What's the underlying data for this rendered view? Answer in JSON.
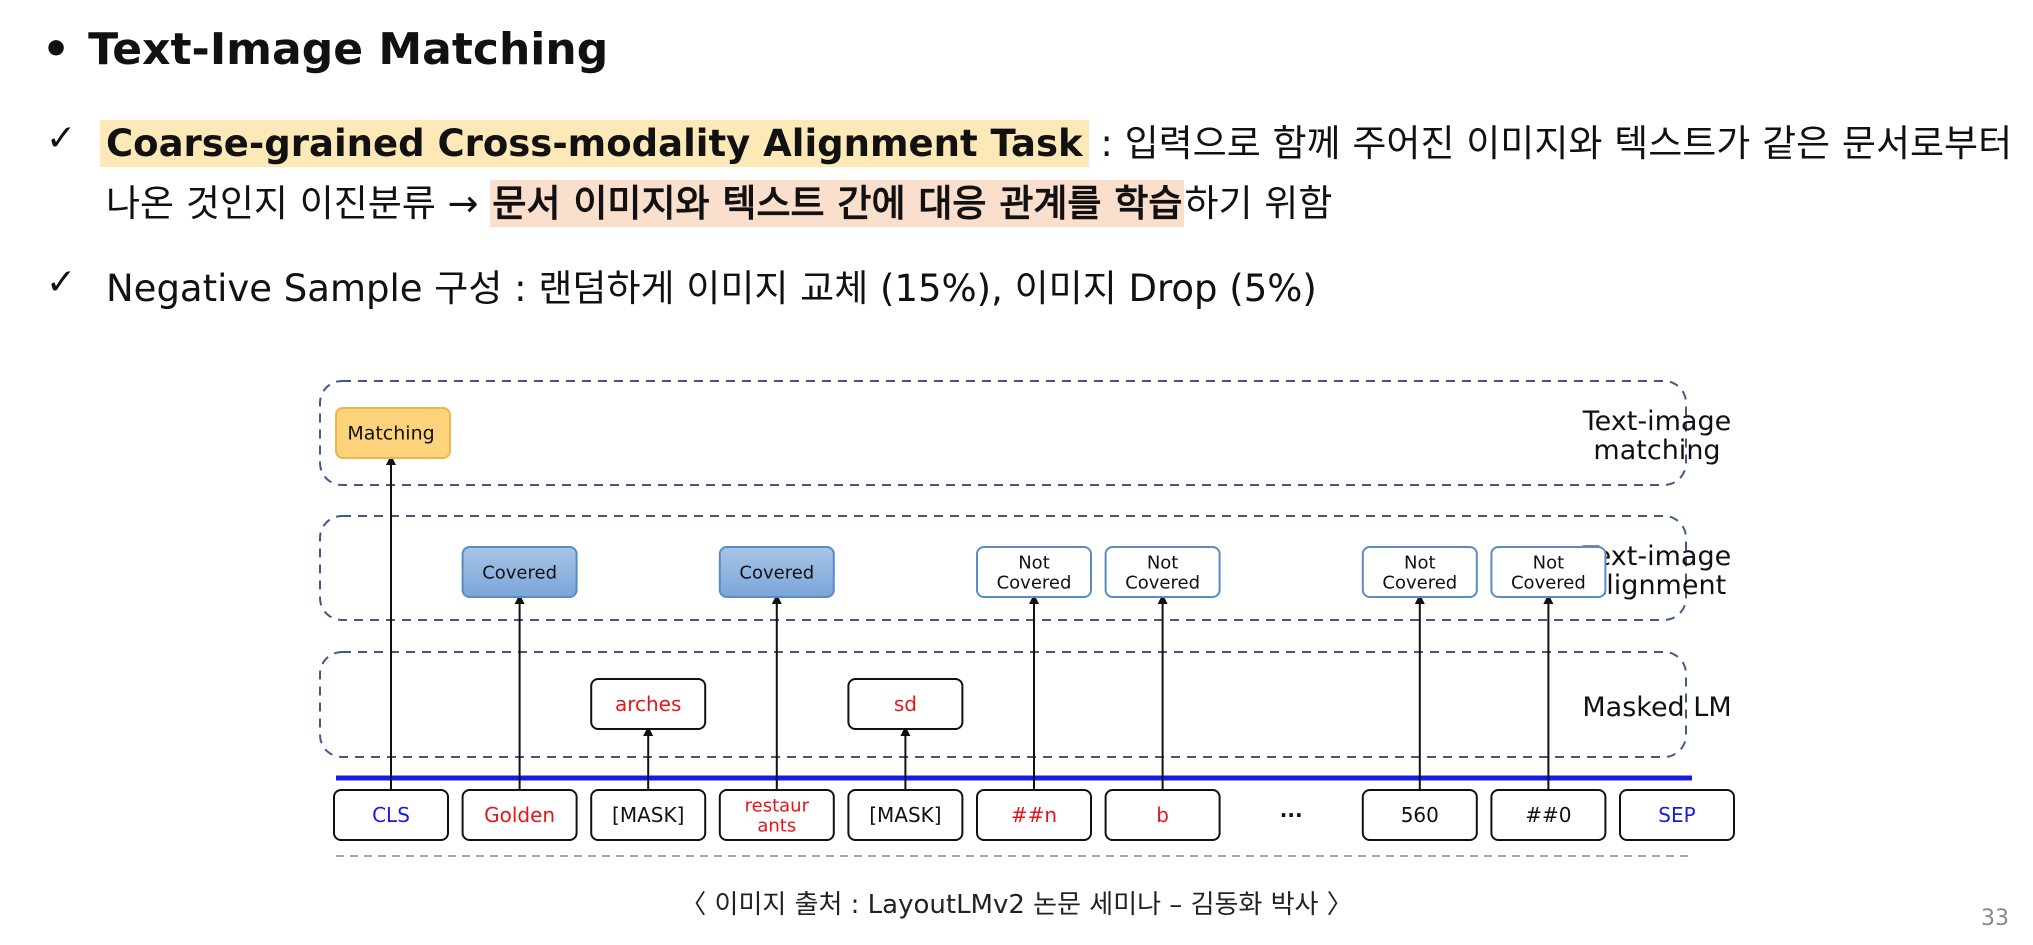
{
  "title": "Text-Image Matching",
  "bullet_glyph": "•",
  "check_glyph": "✓",
  "items": [
    {
      "highlight": "Coarse-grained Cross-modality Alignment Task",
      "line1_rest": " : 입력으로 함께 주어진 이미지와 텍스트가 같은 문서로부터",
      "line2_prefix": "나온 것인지 이진분류 → ",
      "line2_highlight": "문서 이미지와 텍스트 간에 대응 관계를 학습",
      "line2_suffix": "하기 위함"
    },
    {
      "text": "Negative Sample 구성 : 랜덤하게 이미지 교체 (15%), 이미지 Drop (5%)"
    }
  ],
  "diagram": {
    "layers": [
      "Text-image matching",
      "Text-image Alignment",
      "Masked LM"
    ],
    "layer_label_lines": [
      [
        "Text-image",
        "matching"
      ],
      [
        "Text-image",
        "Alignment"
      ],
      [
        "Masked LM"
      ]
    ],
    "matching_label": "Matching",
    "alignment_labels": [
      {
        "token": 1,
        "lines": [
          "Covered"
        ],
        "covered": true
      },
      {
        "token": 3,
        "lines": [
          "Covered"
        ],
        "covered": true
      },
      {
        "token": 5,
        "lines": [
          "Not",
          "Covered"
        ],
        "covered": false
      },
      {
        "token": 6,
        "lines": [
          "Not",
          "Covered"
        ],
        "covered": false
      },
      {
        "token": 8,
        "lines": [
          "Not",
          "Covered"
        ],
        "covered": false
      },
      {
        "token": 9,
        "lines": [
          "Not",
          "Covered"
        ],
        "covered": false
      }
    ],
    "mlm_predictions": [
      {
        "token": 2,
        "label": "arches"
      },
      {
        "token": 4,
        "label": "sd"
      }
    ],
    "tokens": [
      {
        "lines": [
          "CLS"
        ],
        "color": "#1a1ae6",
        "boxed": true
      },
      {
        "lines": [
          "Golden"
        ],
        "color": "#e8141a",
        "boxed": true
      },
      {
        "lines": [
          "[MASK]"
        ],
        "color": "#111111",
        "boxed": true
      },
      {
        "lines": [
          "restaur",
          "ants"
        ],
        "color": "#e8141a",
        "boxed": true
      },
      {
        "lines": [
          "[MASK]"
        ],
        "color": "#111111",
        "boxed": true
      },
      {
        "lines": [
          "##n"
        ],
        "color": "#e8141a",
        "boxed": true
      },
      {
        "lines": [
          "b"
        ],
        "color": "#e8141a",
        "boxed": true
      },
      {
        "lines": [
          "···"
        ],
        "color": "#111111",
        "boxed": false
      },
      {
        "lines": [
          "560"
        ],
        "color": "#111111",
        "boxed": true
      },
      {
        "lines": [
          "##0"
        ],
        "color": "#111111",
        "boxed": true
      },
      {
        "lines": [
          "SEP"
        ],
        "color": "#1a1ae6",
        "boxed": true
      }
    ],
    "colors": {
      "dashed_border": "#3d5a8c",
      "matching_fill": "#fcd27a",
      "matching_stroke": "#e8b84a",
      "covered_fill_top": "#a8c5e8",
      "covered_fill_bottom": "#7aa6d8",
      "covered_stroke": "#5b8ac4",
      "not_covered_stroke": "#5b8ac4",
      "mlm_text": "#e8141a",
      "blue_line": "#1a1ae6"
    }
  },
  "caption": "〈 이미지 출처 : LayoutLMv2 논문 세미나 – 김동화 박사 〉",
  "page_number": "33"
}
